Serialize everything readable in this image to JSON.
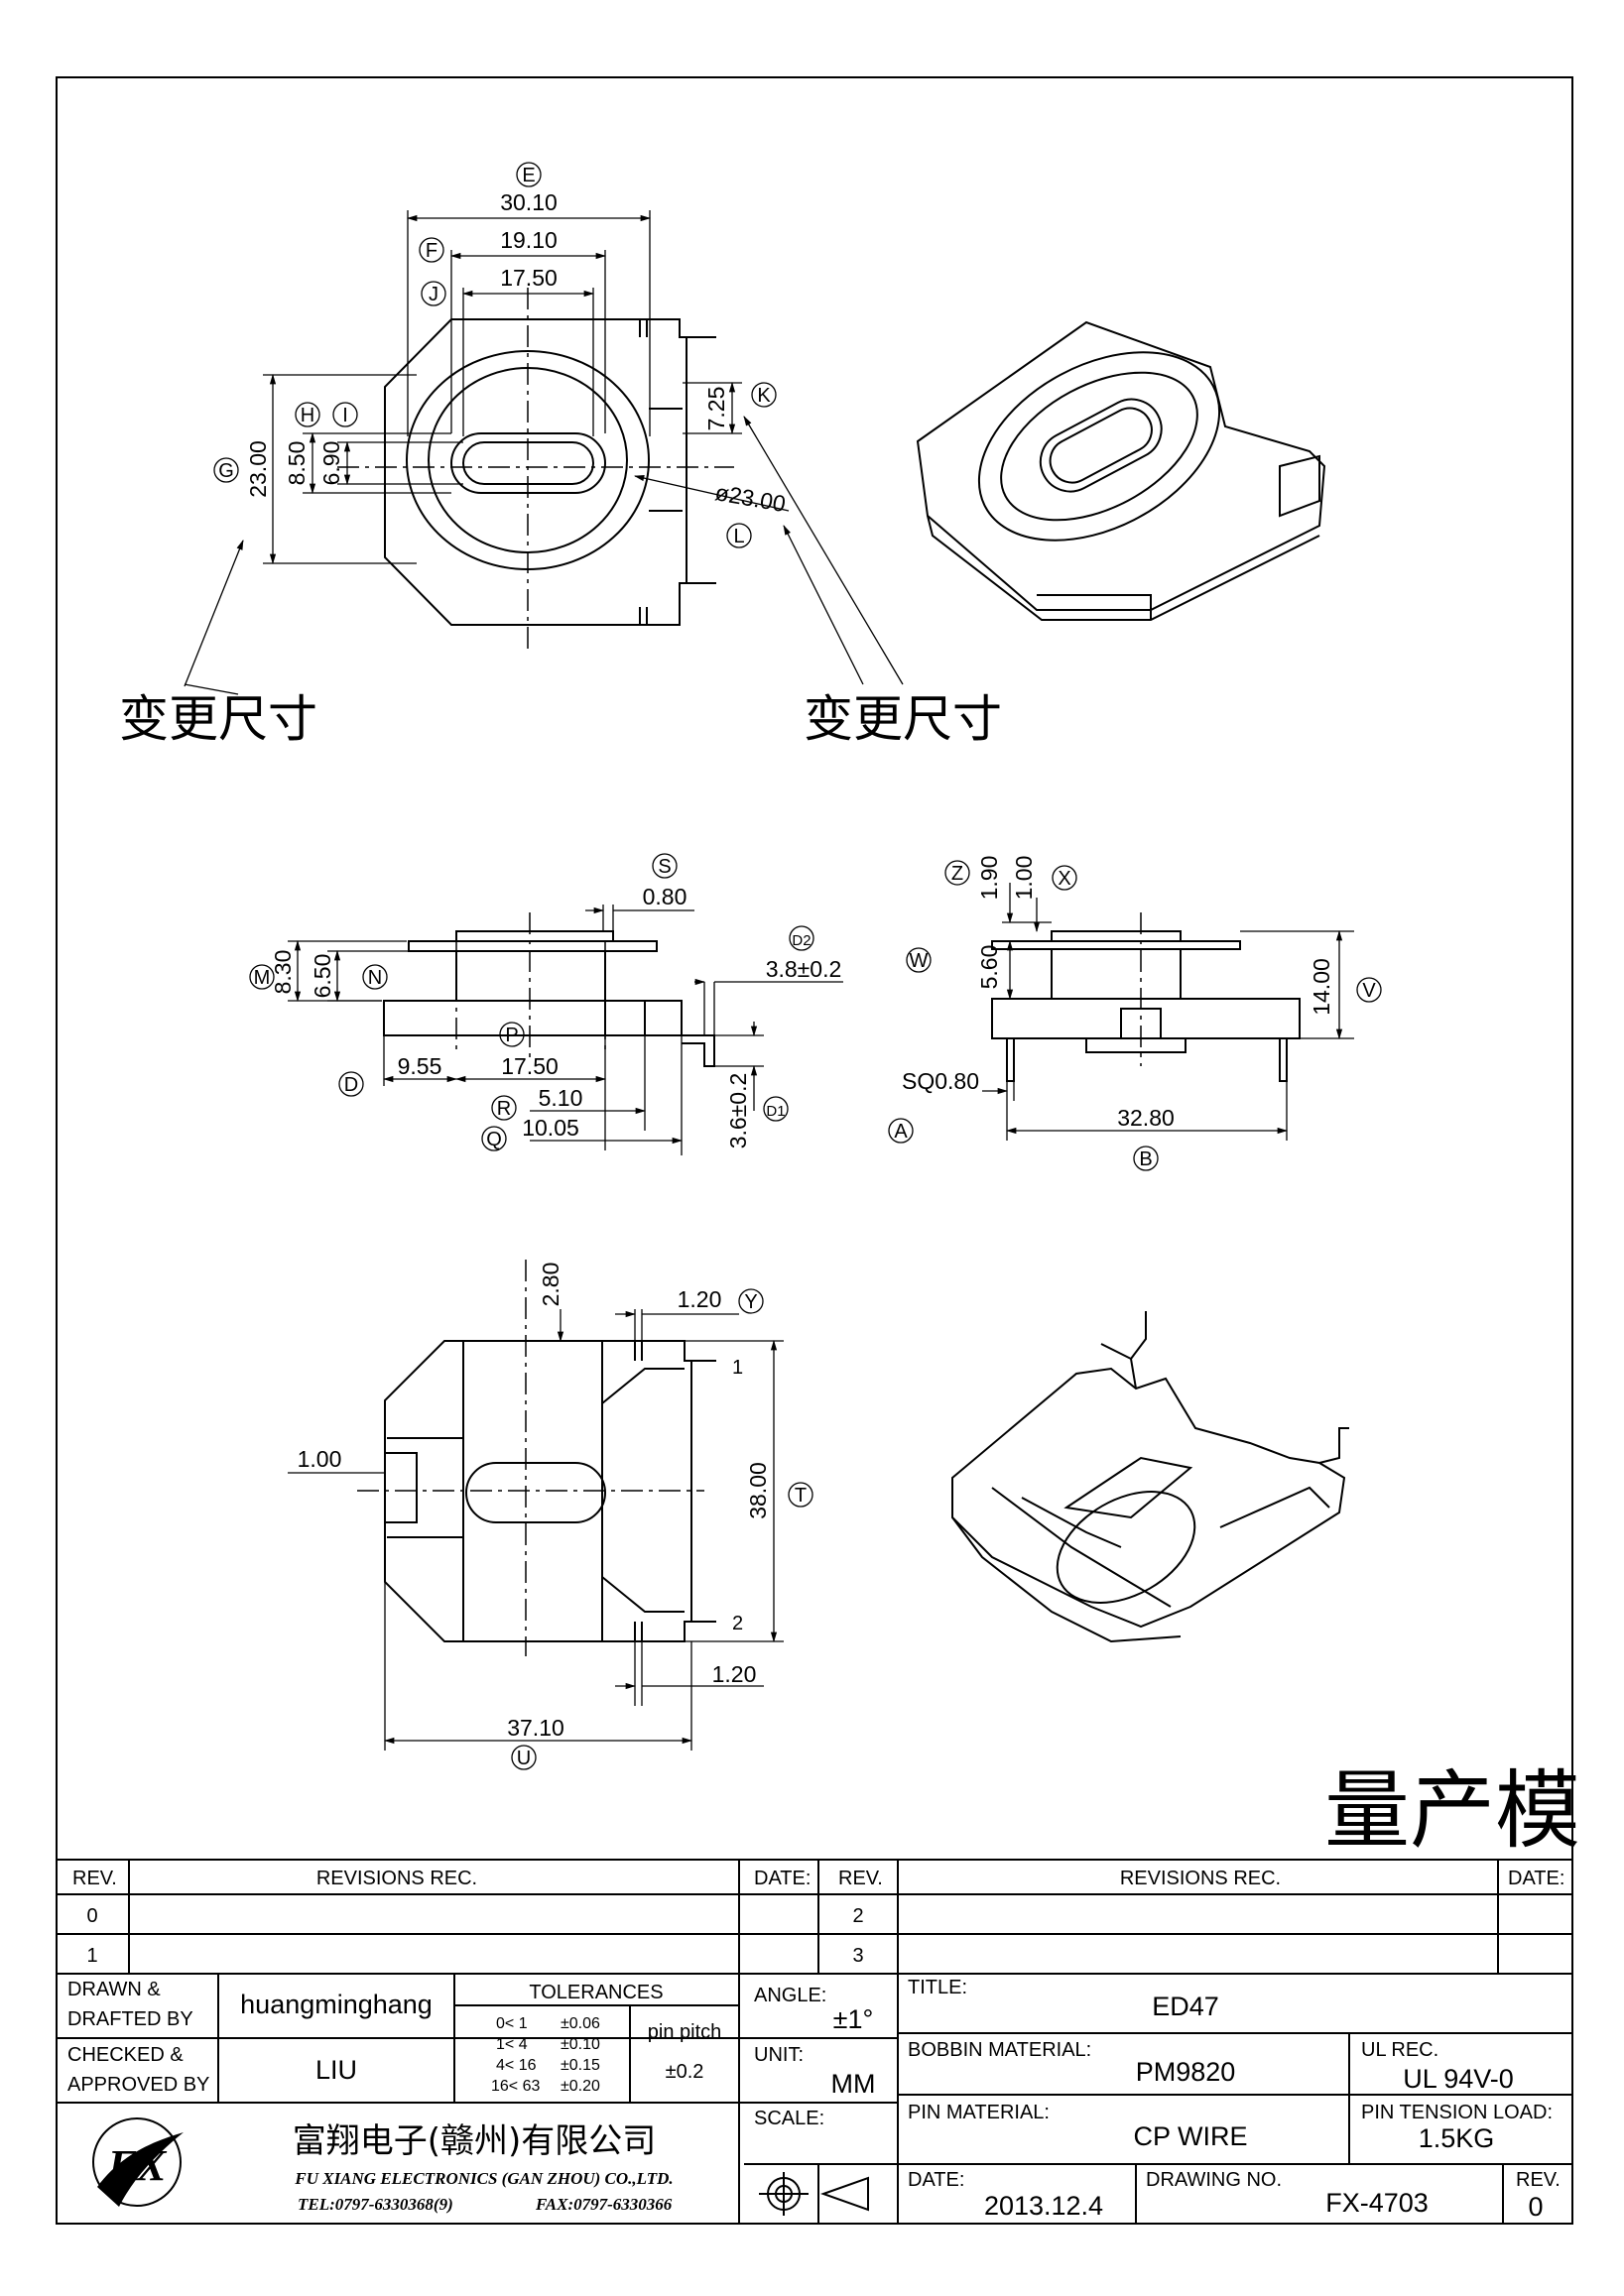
{
  "drawing": {
    "top_view": {
      "dims": {
        "E": "30.10",
        "F": "19.10",
        "J": "17.50",
        "G": "23.00",
        "H": "8.50",
        "I": "6.90",
        "K": "7.25",
        "L": "ø23.00"
      },
      "letters": [
        "E",
        "F",
        "J",
        "G",
        "H",
        "I",
        "K",
        "L"
      ]
    },
    "change_note": "变更尺寸",
    "side_view": {
      "dims": {
        "S": "0.80",
        "D2": "3.8±0.2",
        "M": "8.30",
        "N": "6.50",
        "D": "9.55",
        "P": "17.50",
        "R": "5.10",
        "Q": "10.05",
        "D1": "3.6±0.2"
      },
      "letters": [
        "S",
        "D2",
        "M",
        "N",
        "P",
        "D",
        "R",
        "Q",
        "D1"
      ]
    },
    "front_view": {
      "dims": {
        "Z": "1.90",
        "X": "1.00",
        "W": "5.60",
        "V": "14.00",
        "A": "SQ0.80",
        "B": "32.80"
      },
      "letters": [
        "Z",
        "X",
        "W",
        "V",
        "A",
        "B"
      ]
    },
    "bottom_view": {
      "dims": {
        "top": "2.80",
        "Y": "1.20",
        "left": "1.00",
        "T": "38.00",
        "right": "1.20",
        "U": "37.10"
      },
      "letters": [
        "Y",
        "T",
        "U"
      ],
      "pins": [
        "1",
        "2"
      ]
    },
    "status_stamp": "量产模"
  },
  "title_block": {
    "rev_header": "REV.",
    "revisions_header": "REVISIONS   REC.",
    "date_header": "DATE:",
    "rev_rows_left": [
      "0",
      "1"
    ],
    "rev_rows_right": [
      "2",
      "3"
    ],
    "drawn_label": "DRAWN &\nDRAFTED BY",
    "drawn_by": "huangminghang",
    "checked_label": "CHECKED &\nAPPROVED BY",
    "checked_by": "LIU",
    "tolerances_label": "TOLERANCES",
    "tolerance_rows": [
      {
        "range": "0<  1",
        "tol": "±0.06"
      },
      {
        "range": "1<  4",
        "tol": "±0.10"
      },
      {
        "range": "4<  16",
        "tol": "±0.15"
      },
      {
        "range": "16<  63",
        "tol": "±0.20"
      }
    ],
    "pin_pitch_label": "pin pitch",
    "pin_pitch_value": "±0.2",
    "angle_label": "ANGLE:",
    "angle_value": "±1°",
    "unit_label": "UNIT:",
    "unit_value": "MM",
    "scale_label": "SCALE:",
    "title_label": "TITLE:",
    "title_value": "ED47",
    "bobbin_material_label": "BOBBIN MATERIAL:",
    "bobbin_material_value": "PM9820",
    "ul_rec_label": "UL REC.",
    "ul_rec_value": "UL 94V-0",
    "pin_material_label": "PIN MATERIAL:",
    "pin_material_value": "CP WIRE",
    "pin_tension_label": "PIN TENSION LOAD:",
    "pin_tension_value": "1.5KG",
    "company_cn": "富翔电子(赣州)有限公司",
    "company_en": "FU XIANG ELECTRONICS (GAN ZHOU) CO.,LTD.",
    "tel": "TEL:0797-6330368(9)",
    "fax": "FAX:0797-6330366",
    "date_label": "DATE:",
    "date_value": "2013.12.4",
    "drawing_no_label": "DRAWING NO.",
    "drawing_no_value": "FX-4703",
    "rev_label": "REV.",
    "rev_value": "0",
    "logo_text": "FX"
  }
}
